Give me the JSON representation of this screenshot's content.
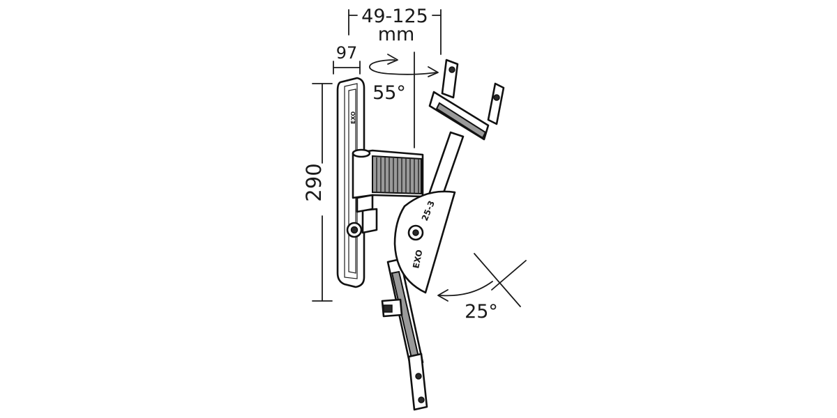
{
  "diagram": {
    "dimensions": {
      "vesa_range": "49-125",
      "vesa_unit": "mm",
      "depth": "97",
      "height": "290",
      "swivel_angle": "55°",
      "tilt_angle": "25°"
    },
    "markings": {
      "wall_plate_logo": "EXO",
      "joint_logo": "EXO",
      "joint_model": "25-3"
    }
  },
  "colors": {
    "outline": "#111111",
    "shade": "#9a9a9a",
    "background": "#ffffff"
  }
}
